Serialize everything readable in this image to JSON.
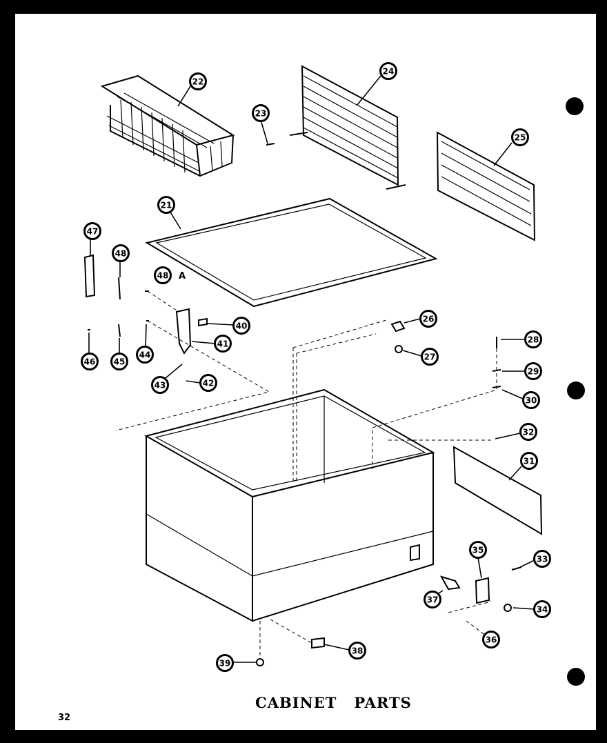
{
  "diagram": {
    "title": "CABINET   PARTS",
    "page_number": "32",
    "callouts": [
      {
        "id": "22",
        "label": "22"
      },
      {
        "id": "24",
        "label": "24"
      },
      {
        "id": "23",
        "label": "23"
      },
      {
        "id": "25",
        "label": "25"
      },
      {
        "id": "21",
        "label": "21"
      },
      {
        "id": "47",
        "label": "47"
      },
      {
        "id": "48",
        "label": "48"
      },
      {
        "id": "48a",
        "label": "48"
      },
      {
        "id": "40",
        "label": "40"
      },
      {
        "id": "41",
        "label": "41"
      },
      {
        "id": "46",
        "label": "46"
      },
      {
        "id": "45",
        "label": "45"
      },
      {
        "id": "44",
        "label": "44"
      },
      {
        "id": "43",
        "label": "43"
      },
      {
        "id": "42",
        "label": "42"
      },
      {
        "id": "26",
        "label": "26"
      },
      {
        "id": "27",
        "label": "27"
      },
      {
        "id": "28",
        "label": "28"
      },
      {
        "id": "29",
        "label": "29"
      },
      {
        "id": "30",
        "label": "30"
      },
      {
        "id": "32",
        "label": "32"
      },
      {
        "id": "31",
        "label": "31"
      },
      {
        "id": "35",
        "label": "35"
      },
      {
        "id": "33",
        "label": "33"
      },
      {
        "id": "37",
        "label": "37"
      },
      {
        "id": "34",
        "label": "34"
      },
      {
        "id": "36",
        "label": "36"
      },
      {
        "id": "38",
        "label": "38"
      },
      {
        "id": "39",
        "label": "39"
      }
    ],
    "suffix_a": "A"
  }
}
